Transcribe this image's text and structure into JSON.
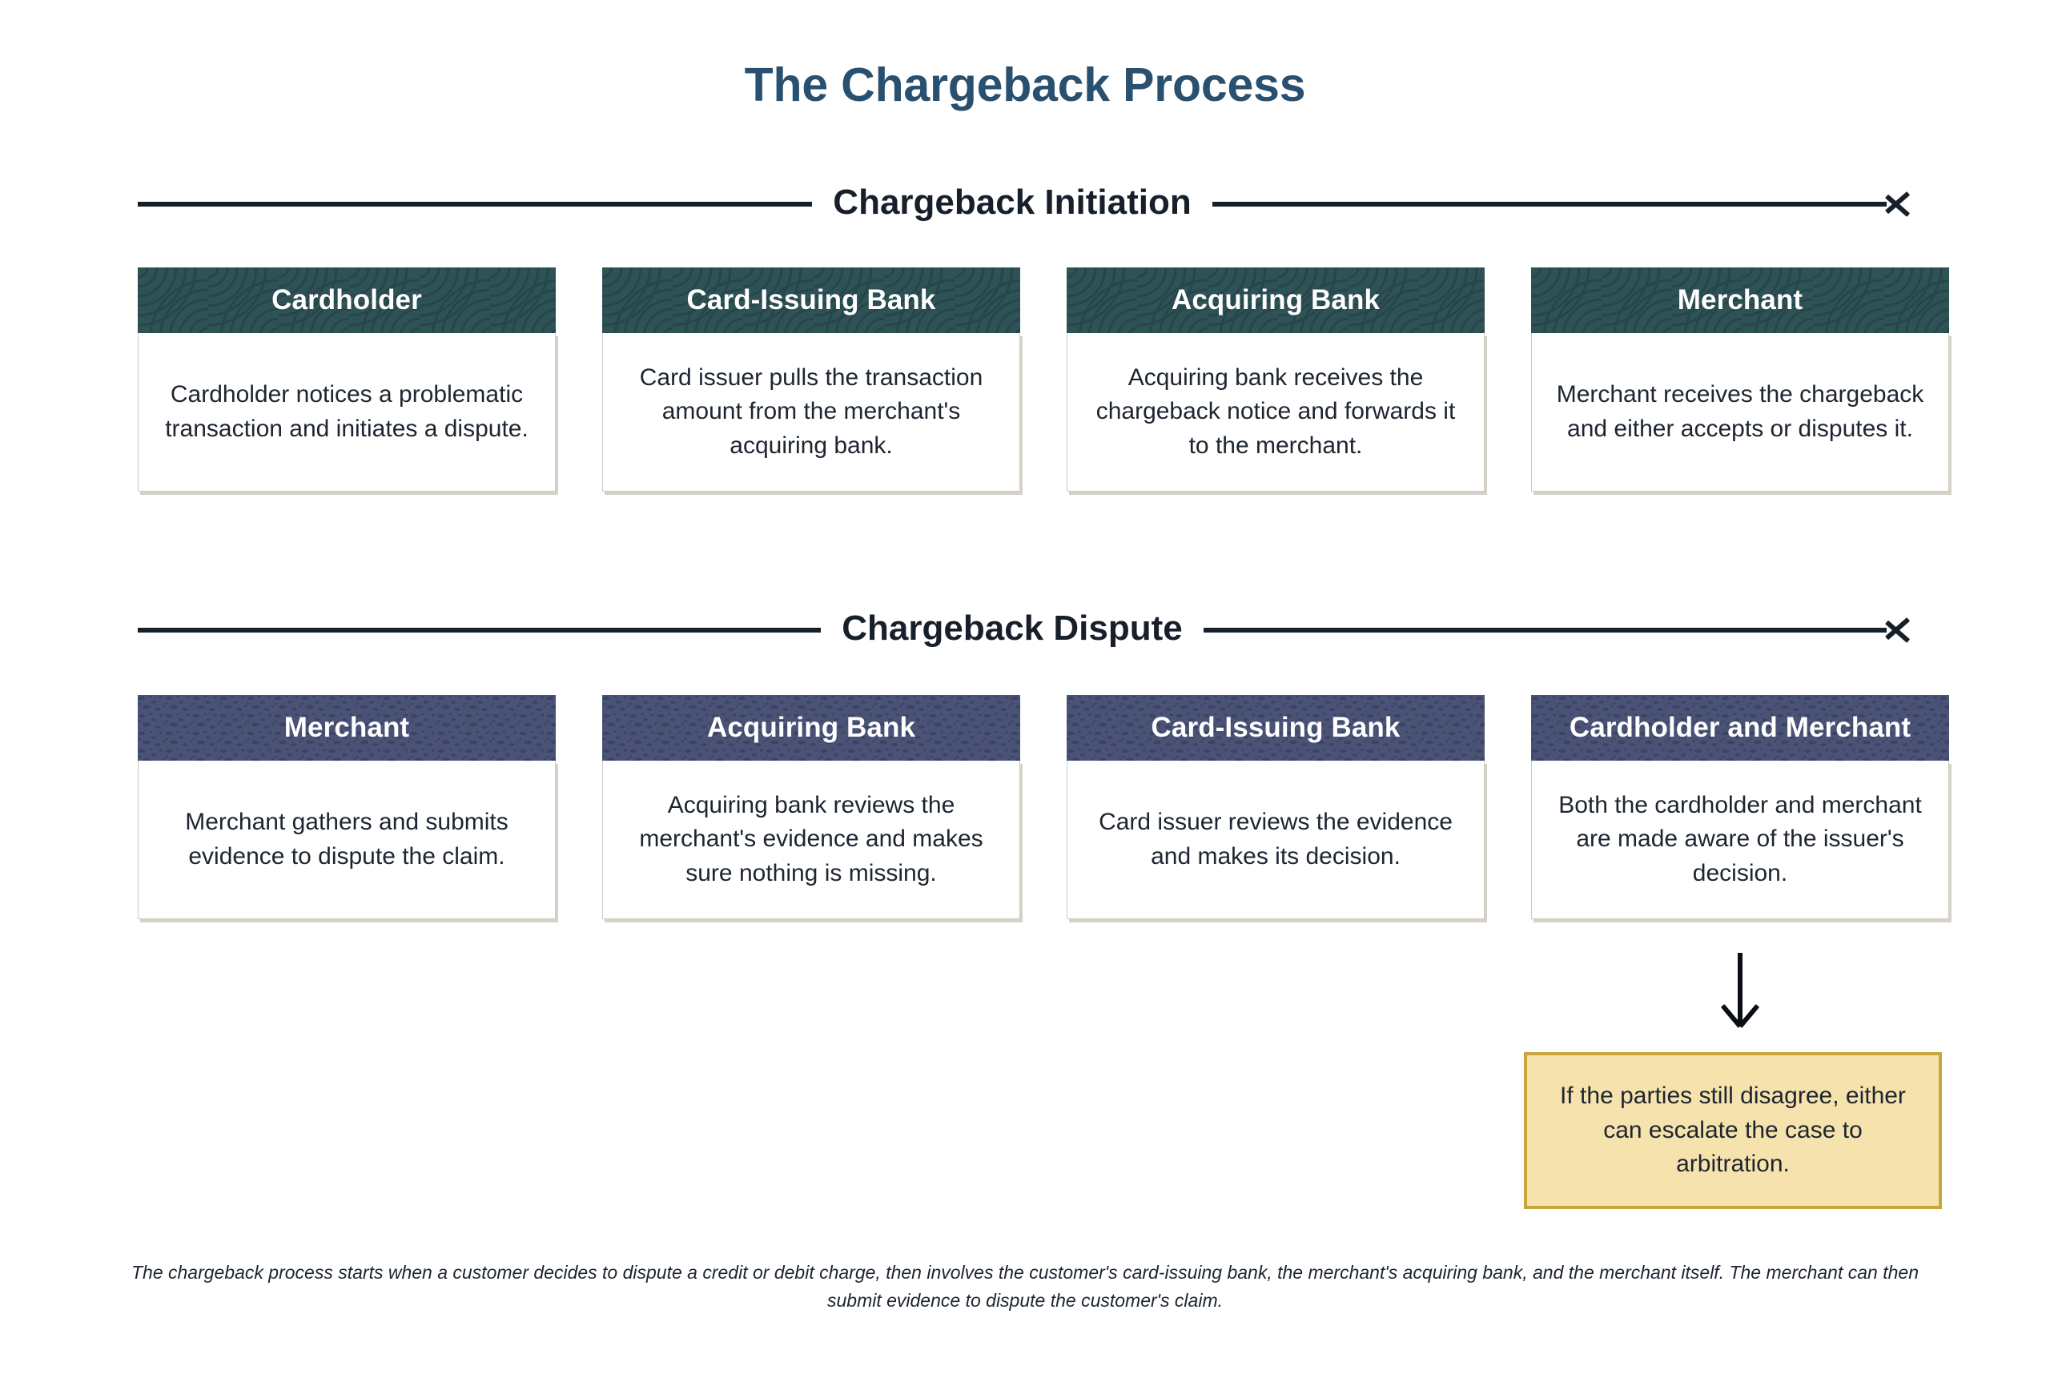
{
  "page": {
    "title": "The Chargeback Process",
    "title_color": "#2a5070",
    "background": "#ffffff"
  },
  "sections": [
    {
      "id": "chargeback-initiation",
      "label": "Chargeback Initiation",
      "header_color": "#2e5255",
      "header_pattern": "concentric-arc-contours",
      "cards": [
        {
          "title": "Cardholder",
          "text": "Cardholder notices a problematic transaction and initiates a dispute."
        },
        {
          "title": "Card-Issuing Bank",
          "text": "Card issuer pulls the transaction amount from the merchant's acquiring bank."
        },
        {
          "title": "Acquiring Bank",
          "text": "Acquiring bank receives the chargeback notice and forwards it to the merchant."
        },
        {
          "title": "Merchant",
          "text": "Merchant receives the chargeback and either accepts or disputes it."
        }
      ]
    },
    {
      "id": "chargeback-dispute",
      "label": "Chargeback Dispute",
      "header_color": "#4a5376",
      "header_pattern": "speckled-dashes",
      "cards": [
        {
          "title": "Merchant",
          "text": "Merchant gathers and submits evidence to dispute the claim."
        },
        {
          "title": "Acquiring Bank",
          "text": "Acquiring bank reviews the merchant's evidence and makes sure nothing is missing."
        },
        {
          "title": "Card-Issuing Bank",
          "text": "Card issuer reviews the evidence and makes its decision."
        },
        {
          "title": "Cardholder and Merchant",
          "text": "Both the cardholder and merchant are made aware of the issuer's decision."
        }
      ]
    }
  ],
  "callout": {
    "text": "If the parties still disagree, either can escalate the case to arbitration.",
    "fill": "#f6e2ad",
    "border": "#c8a63f"
  },
  "footer": {
    "text": "The chargeback process starts when a customer decides to dispute a credit or debit charge, then involves the customer's card-issuing bank, the merchant's acquiring bank, and the merchant itself. The merchant can then submit evidence to dispute the customer's claim."
  }
}
